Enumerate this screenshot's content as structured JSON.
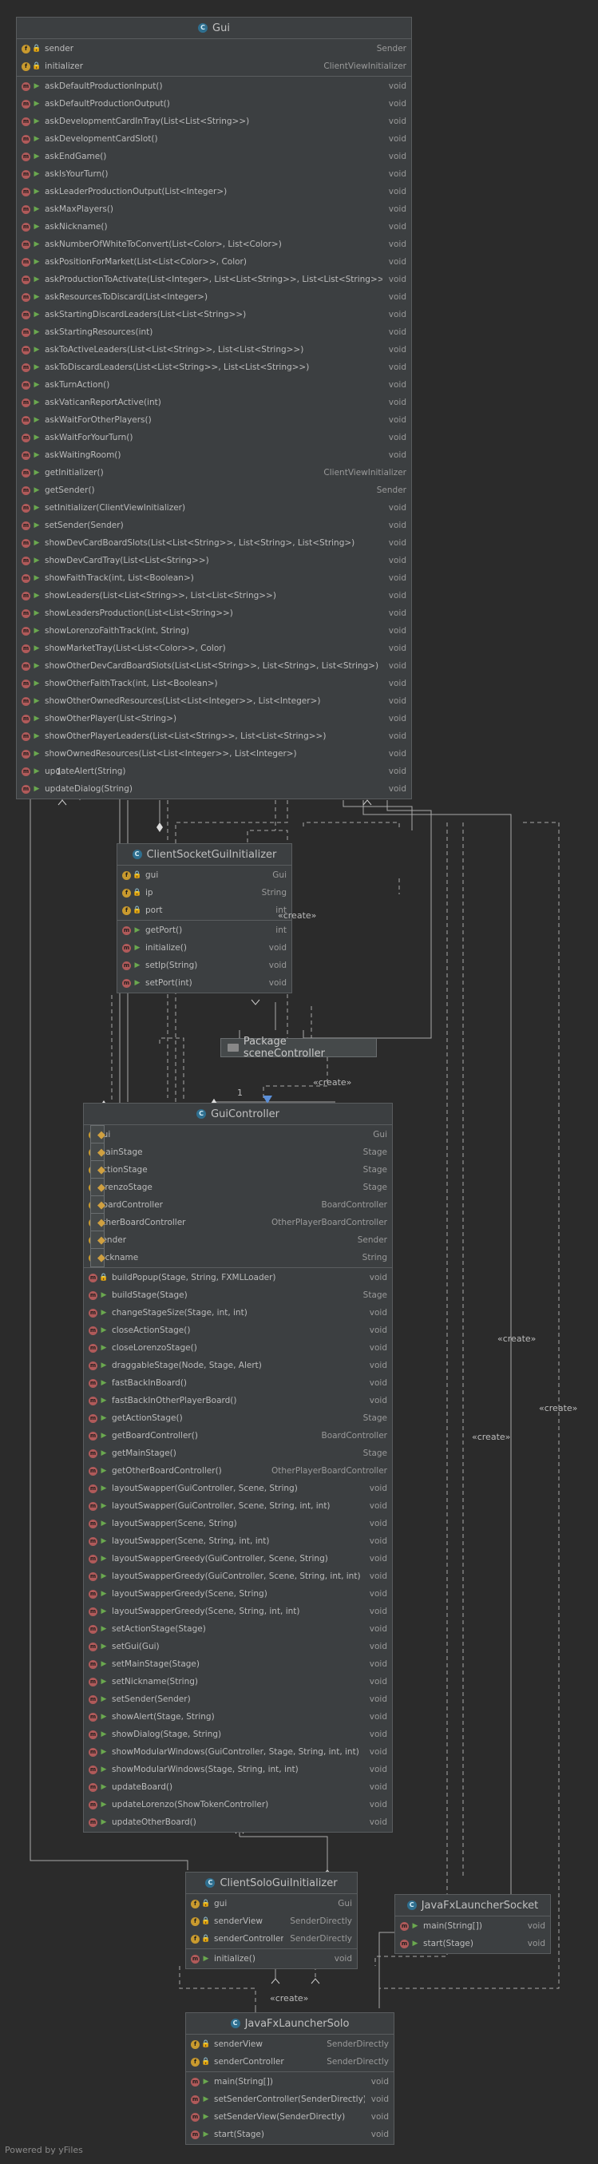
{
  "classes": {
    "gui": {
      "name": "Gui",
      "fields": [
        {
          "name": "sender",
          "type": "Sender",
          "vis": "priv"
        },
        {
          "name": "initializer",
          "type": "ClientViewInitializer",
          "vis": "priv"
        }
      ],
      "methods": [
        {
          "name": "askDefaultProductionInput()",
          "type": "void",
          "vis": "pub"
        },
        {
          "name": "askDefaultProductionOutput()",
          "type": "void",
          "vis": "pub"
        },
        {
          "name": "askDevelopmentCardInTray(List<List<String>>)",
          "type": "void",
          "vis": "pub"
        },
        {
          "name": "askDevelopmentCardSlot()",
          "type": "void",
          "vis": "pub"
        },
        {
          "name": "askEndGame()",
          "type": "void",
          "vis": "pub"
        },
        {
          "name": "askIsYourTurn()",
          "type": "void",
          "vis": "pub"
        },
        {
          "name": "askLeaderProductionOutput(List<Integer>)",
          "type": "void",
          "vis": "pub"
        },
        {
          "name": "askMaxPlayers()",
          "type": "void",
          "vis": "pub"
        },
        {
          "name": "askNickname()",
          "type": "void",
          "vis": "pub"
        },
        {
          "name": "askNumberOfWhiteToConvert(List<Color>, List<Color>)",
          "type": "void",
          "vis": "pub"
        },
        {
          "name": "askPositionForMarket(List<List<Color>>, Color)",
          "type": "void",
          "vis": "pub"
        },
        {
          "name": "askProductionToActivate(List<Integer>, List<List<String>>, List<List<String>>)",
          "type": "void",
          "vis": "pub"
        },
        {
          "name": "askResourcesToDiscard(List<Integer>)",
          "type": "void",
          "vis": "pub"
        },
        {
          "name": "askStartingDiscardLeaders(List<List<String>>)",
          "type": "void",
          "vis": "pub"
        },
        {
          "name": "askStartingResources(int)",
          "type": "void",
          "vis": "pub"
        },
        {
          "name": "askToActiveLeaders(List<List<String>>, List<List<String>>)",
          "type": "void",
          "vis": "pub"
        },
        {
          "name": "askToDiscardLeaders(List<List<String>>, List<List<String>>)",
          "type": "void",
          "vis": "pub"
        },
        {
          "name": "askTurnAction()",
          "type": "void",
          "vis": "pub"
        },
        {
          "name": "askVaticanReportActive(int)",
          "type": "void",
          "vis": "pub"
        },
        {
          "name": "askWaitForOtherPlayers()",
          "type": "void",
          "vis": "pub"
        },
        {
          "name": "askWaitForYourTurn()",
          "type": "void",
          "vis": "pub"
        },
        {
          "name": "askWaitingRoom()",
          "type": "void",
          "vis": "pub"
        },
        {
          "name": "getInitializer()",
          "type": "ClientViewInitializer",
          "vis": "pub"
        },
        {
          "name": "getSender()",
          "type": "Sender",
          "vis": "pub"
        },
        {
          "name": "setInitializer(ClientViewInitializer)",
          "type": "void",
          "vis": "pub"
        },
        {
          "name": "setSender(Sender)",
          "type": "void",
          "vis": "pub"
        },
        {
          "name": "showDevCardBoardSlots(List<List<String>>, List<String>, List<String>)",
          "type": "void",
          "vis": "pub"
        },
        {
          "name": "showDevCardTray(List<List<String>>)",
          "type": "void",
          "vis": "pub"
        },
        {
          "name": "showFaithTrack(int, List<Boolean>)",
          "type": "void",
          "vis": "pub"
        },
        {
          "name": "showLeaders(List<List<String>>, List<List<String>>)",
          "type": "void",
          "vis": "pub"
        },
        {
          "name": "showLeadersProduction(List<List<String>>)",
          "type": "void",
          "vis": "pub"
        },
        {
          "name": "showLorenzoFaithTrack(int, String)",
          "type": "void",
          "vis": "pub"
        },
        {
          "name": "showMarketTray(List<List<Color>>, Color)",
          "type": "void",
          "vis": "pub"
        },
        {
          "name": "showOtherDevCardBoardSlots(List<List<String>>, List<String>, List<String>)",
          "type": "void",
          "vis": "pub"
        },
        {
          "name": "showOtherFaithTrack(int, List<Boolean>)",
          "type": "void",
          "vis": "pub"
        },
        {
          "name": "showOtherOwnedResources(List<List<Integer>>, List<Integer>)",
          "type": "void",
          "vis": "pub"
        },
        {
          "name": "showOtherPlayer(List<String>)",
          "type": "void",
          "vis": "pub"
        },
        {
          "name": "showOtherPlayerLeaders(List<List<String>>, List<List<String>>)",
          "type": "void",
          "vis": "pub"
        },
        {
          "name": "showOwnedResources(List<List<Integer>>, List<Integer>)",
          "type": "void",
          "vis": "pub"
        },
        {
          "name": "updateAlert(String)",
          "type": "void",
          "vis": "pub"
        },
        {
          "name": "updateDialog(String)",
          "type": "void",
          "vis": "pub"
        }
      ]
    },
    "clientSocketGuiInitializer": {
      "name": "ClientSocketGuiInitializer",
      "fields": [
        {
          "name": "gui",
          "type": "Gui",
          "vis": "priv"
        },
        {
          "name": "ip",
          "type": "String",
          "vis": "priv"
        },
        {
          "name": "port",
          "type": "int",
          "vis": "priv"
        }
      ],
      "methods": [
        {
          "name": "getPort()",
          "type": "int",
          "vis": "pub"
        },
        {
          "name": "initialize()",
          "type": "void",
          "vis": "pub"
        },
        {
          "name": "setIp(String)",
          "type": "void",
          "vis": "pub"
        },
        {
          "name": "setPort(int)",
          "type": "void",
          "vis": "pub"
        }
      ]
    },
    "guiController": {
      "name": "GuiController",
      "fields": [
        {
          "name": "gui",
          "type": "Gui",
          "vis": "pkg"
        },
        {
          "name": "mainStage",
          "type": "Stage",
          "vis": "pkg"
        },
        {
          "name": "actionStage",
          "type": "Stage",
          "vis": "pkg"
        },
        {
          "name": "lorenzoStage",
          "type": "Stage",
          "vis": "pkg"
        },
        {
          "name": "boardController",
          "type": "BoardController",
          "vis": "pkg"
        },
        {
          "name": "otherBoardController",
          "type": "OtherPlayerBoardController",
          "vis": "pkg"
        },
        {
          "name": "sender",
          "type": "Sender",
          "vis": "pkg"
        },
        {
          "name": "nickname",
          "type": "String",
          "vis": "pkg"
        }
      ],
      "methods": [
        {
          "name": "buildPopup(Stage, String, FXMLLoader)",
          "type": "void",
          "vis": "priv"
        },
        {
          "name": "buildStage(Stage)",
          "type": "Stage",
          "vis": "pub"
        },
        {
          "name": "changeStageSize(Stage, int, int)",
          "type": "void",
          "vis": "pub"
        },
        {
          "name": "closeActionStage()",
          "type": "void",
          "vis": "pub"
        },
        {
          "name": "closeLorenzoStage()",
          "type": "void",
          "vis": "pub"
        },
        {
          "name": "draggableStage(Node, Stage, Alert)",
          "type": "void",
          "vis": "pub"
        },
        {
          "name": "fastBackInBoard()",
          "type": "void",
          "vis": "pub"
        },
        {
          "name": "fastBackInOtherPlayerBoard()",
          "type": "void",
          "vis": "pub"
        },
        {
          "name": "getActionStage()",
          "type": "Stage",
          "vis": "pub"
        },
        {
          "name": "getBoardController()",
          "type": "BoardController",
          "vis": "pub"
        },
        {
          "name": "getMainStage()",
          "type": "Stage",
          "vis": "pub"
        },
        {
          "name": "getOtherBoardController()",
          "type": "OtherPlayerBoardController",
          "vis": "pub"
        },
        {
          "name": "layoutSwapper(GuiController, Scene, String)",
          "type": "void",
          "vis": "pub"
        },
        {
          "name": "layoutSwapper(GuiController, Scene, String, int, int)",
          "type": "void",
          "vis": "pub"
        },
        {
          "name": "layoutSwapper(Scene, String)",
          "type": "void",
          "vis": "pub"
        },
        {
          "name": "layoutSwapper(Scene, String, int, int)",
          "type": "void",
          "vis": "pub"
        },
        {
          "name": "layoutSwapperGreedy(GuiController, Scene, String)",
          "type": "void",
          "vis": "pub"
        },
        {
          "name": "layoutSwapperGreedy(GuiController, Scene, String, int, int)",
          "type": "void",
          "vis": "pub"
        },
        {
          "name": "layoutSwapperGreedy(Scene, String)",
          "type": "void",
          "vis": "pub"
        },
        {
          "name": "layoutSwapperGreedy(Scene, String, int, int)",
          "type": "void",
          "vis": "pub"
        },
        {
          "name": "setActionStage(Stage)",
          "type": "void",
          "vis": "pub"
        },
        {
          "name": "setGui(Gui)",
          "type": "void",
          "vis": "pub"
        },
        {
          "name": "setMainStage(Stage)",
          "type": "void",
          "vis": "pub"
        },
        {
          "name": "setNickname(String)",
          "type": "void",
          "vis": "pub"
        },
        {
          "name": "setSender(Sender)",
          "type": "void",
          "vis": "pub"
        },
        {
          "name": "showAlert(Stage, String)",
          "type": "void",
          "vis": "pub"
        },
        {
          "name": "showDialog(Stage, String)",
          "type": "void",
          "vis": "pub"
        },
        {
          "name": "showModularWindows(GuiController, Stage, String, int, int)",
          "type": "void",
          "vis": "pub"
        },
        {
          "name": "showModularWindows(Stage, String, int, int)",
          "type": "void",
          "vis": "pub"
        },
        {
          "name": "updateBoard()",
          "type": "void",
          "vis": "pub"
        },
        {
          "name": "updateLorenzo(ShowTokenController)",
          "type": "void",
          "vis": "pub"
        },
        {
          "name": "updateOtherBoard()",
          "type": "void",
          "vis": "pub"
        }
      ]
    },
    "clientSoloGuiInitializer": {
      "name": "ClientSoloGuiInitializer",
      "fields": [
        {
          "name": "gui",
          "type": "Gui",
          "vis": "priv"
        },
        {
          "name": "senderView",
          "type": "SenderDirectly",
          "vis": "priv"
        },
        {
          "name": "senderController",
          "type": "SenderDirectly",
          "vis": "priv"
        }
      ],
      "methods": [
        {
          "name": "initialize()",
          "type": "void",
          "vis": "pub"
        }
      ]
    },
    "javaFxLauncherSocket": {
      "name": "JavaFxLauncherSocket",
      "fields": [],
      "methods": [
        {
          "name": "main(String[])",
          "type": "void",
          "vis": "pub"
        },
        {
          "name": "start(Stage)",
          "type": "void",
          "vis": "pub"
        }
      ]
    },
    "javaFxLauncherSolo": {
      "name": "JavaFxLauncherSolo",
      "fields": [
        {
          "name": "senderView",
          "type": "SenderDirectly",
          "vis": "priv"
        },
        {
          "name": "senderController",
          "type": "SenderDirectly",
          "vis": "priv"
        }
      ],
      "methods": [
        {
          "name": "main(String[])",
          "type": "void",
          "vis": "pub"
        },
        {
          "name": "setSenderController(SenderDirectly)",
          "type": "void",
          "vis": "pub"
        },
        {
          "name": "setSenderView(SenderDirectly)",
          "type": "void",
          "vis": "pub"
        },
        {
          "name": "start(Stage)",
          "type": "void",
          "vis": "pub"
        }
      ]
    }
  },
  "package": {
    "name": "Package sceneController"
  },
  "labels": {
    "create": "«create»",
    "one": "1"
  },
  "footer": "Powered by yFiles"
}
